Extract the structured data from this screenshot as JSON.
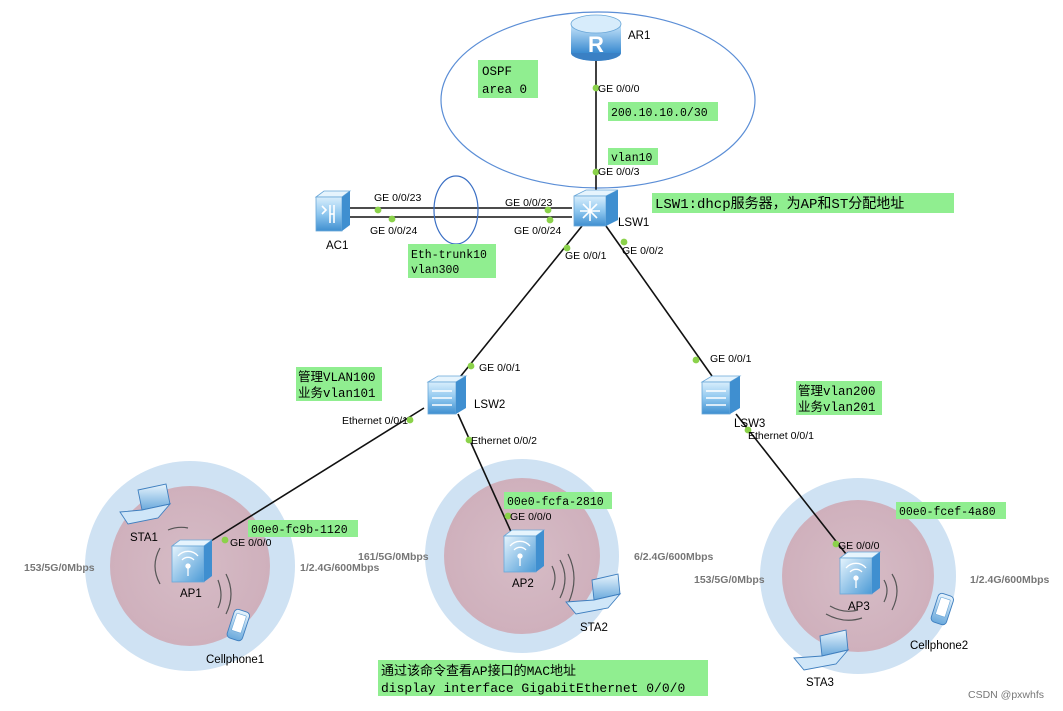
{
  "colors": {
    "link": "#111111",
    "port_dot": "#8bd24a",
    "note_bg": "#90ee90",
    "ospf_ring": "#5b8ed6",
    "trunk_ring": "#3a6fc4",
    "wifi_outer": "#cfe2f3",
    "wifi_inner": "#d5b8c2",
    "device": "#3a8fd6"
  },
  "devices": {
    "ar1": "AR1",
    "lsw1": "LSW1",
    "ac1": "AC1",
    "lsw2": "LSW2",
    "lsw3": "LSW3",
    "ap1": "AP1",
    "ap2": "AP2",
    "ap3": "AP3",
    "sta1": "STA1",
    "sta2": "STA2",
    "sta3": "STA3",
    "cellphone1": "Cellphone1",
    "cellphone2": "Cellphone2"
  },
  "ports": {
    "ar1_g000": "GE 0/0/0",
    "lsw1_g003": "GE 0/0/3",
    "ac1_g023": "GE 0/0/23",
    "ac1_g024": "GE 0/0/24",
    "lsw1_g023": "GE 0/0/23",
    "lsw1_g024": "GE 0/0/24",
    "lsw1_g001": "GE 0/0/1",
    "lsw1_g002": "GE 0/0/2",
    "lsw2_g001": "GE 0/0/1",
    "lsw2_e001": "Ethernet 0/0/1",
    "lsw2_e002": "Ethernet 0/0/2",
    "lsw3_g001": "GE 0/0/1",
    "lsw3_e001": "Ethernet 0/0/1",
    "ap1_g000": "GE 0/0/0",
    "ap2_g000": "GE 0/0/0",
    "ap3_g000": "GE 0/0/0"
  },
  "notes": {
    "ospf_line1": "OSPF",
    "ospf_line2": "area 0",
    "subnet": "200.10.10.0/30",
    "vlan10": "vlan10",
    "lsw1_role": "LSW1:dhcp服务器，为AP和ST分配地址",
    "trunk_line1": "Eth-trunk10",
    "trunk_line2": "vlan300",
    "lsw2_line1": "管理VLAN100",
    "lsw2_line2": "业务vlan101",
    "lsw3_line1": "管理vlan200",
    "lsw3_line2": "业务vlan201",
    "ap1_mac": "00e0-fc9b-1120",
    "ap2_mac": "00e0-fcfa-2810",
    "ap3_mac": "00e0-fcef-4a80",
    "cmd_line1": "通过该命令查看AP接口的MAC地址",
    "cmd_line2": "display interface GigabitEthernet 0/0/0"
  },
  "rates": {
    "ap1_5g": "153/5G/0Mbps",
    "ap1_24g": "1/2.4G/600Mbps",
    "ap2_5g": "161/5G/0Mbps",
    "ap2_24g": "6/2.4G/600Mbps",
    "ap3_5g": "153/5G/0Mbps",
    "ap3_24g": "1/2.4G/600Mbps"
  },
  "watermark": "CSDN @pxwhfs",
  "icons": {
    "router": "router-icon",
    "switch": "switch-icon",
    "ac": "access-controller-icon",
    "ap": "access-point-icon",
    "laptop": "laptop-icon",
    "phone": "cellphone-icon"
  }
}
